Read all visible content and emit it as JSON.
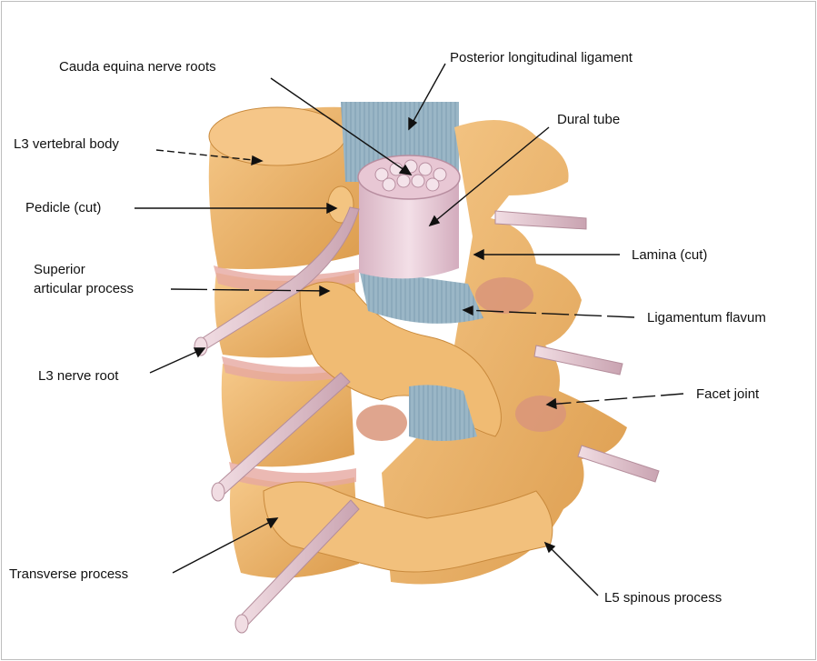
{
  "labels": {
    "cauda_equina": "Cauda equina nerve roots",
    "posterior_longitudinal_ligament": "Posterior longitudinal ligament",
    "dural_tube": "Dural tube",
    "l3_vertebral_body": "L3 vertebral body",
    "pedicle": "Pedicle (cut)",
    "lamina": "Lamina (cut)",
    "superior_articular_process_line1": "Superior",
    "superior_articular_process_line2": "articular process",
    "ligamentum_flavum": "Ligamentum flavum",
    "l3_nerve_root": "L3 nerve root",
    "facet_joint": "Facet joint",
    "transverse_process": "Transverse process",
    "l5_spinous_process": "L5 spinous process"
  },
  "colors": {
    "bone": "#f0b66a",
    "bone_shadow": "#d8953e",
    "ligament": "#9fb9c8",
    "nerve": "#e6c5cf",
    "dura": "#e9cdd8",
    "leader": "#111111"
  }
}
